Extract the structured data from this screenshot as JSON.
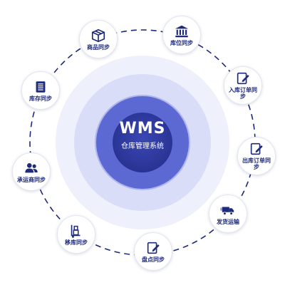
{
  "center": {
    "title": "WMS",
    "subtitle": "仓库管理系统"
  },
  "nodes": [
    {
      "label": "商品同步",
      "icon": "package-icon"
    },
    {
      "label": "库位同步",
      "icon": "bank-icon"
    },
    {
      "label": "入库订单同步",
      "icon": "edit-document-icon"
    },
    {
      "label": "出库订单同步",
      "icon": "edit-document-icon"
    },
    {
      "label": "发货运输",
      "icon": "delivery-truck-icon"
    },
    {
      "label": "盘点同步",
      "icon": "edit-document-icon"
    },
    {
      "label": "移库同步",
      "icon": "hand-truck-icon"
    },
    {
      "label": "承运商同步",
      "icon": "users-icon"
    },
    {
      "label": "库存同步",
      "icon": "list-icon"
    }
  ],
  "colors": {
    "accent": "#1e2a7a",
    "outer_ring": "#e8ebfa",
    "middle_ring": "#c8cef3",
    "core_outer": "#5a68d4",
    "core_inner": "#2f3ca8"
  }
}
